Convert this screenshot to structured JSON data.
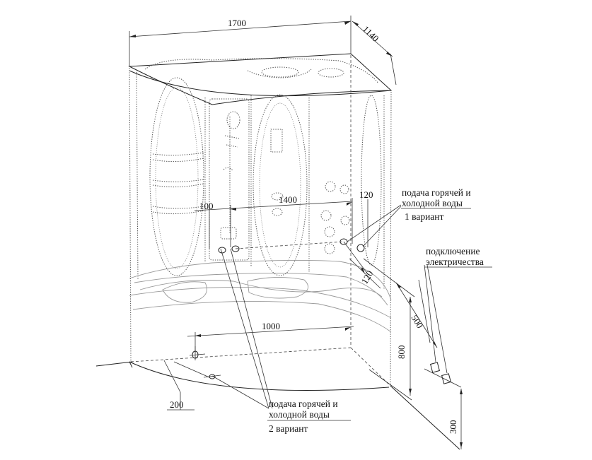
{
  "dimensions": {
    "width_top": "1700",
    "depth_top": "1140",
    "pipe_spacing_upper": "1400",
    "offset_left_upper": "100",
    "offset_right_upper": "120",
    "offset_right_lower": "120",
    "pipe_spacing_lower": "1000",
    "offset_floor": "200",
    "height_supply": "800",
    "depth_electric": "500",
    "height_electric": "300"
  },
  "notes": {
    "supply_v1": [
      "подача горячей и",
      "холодной воды",
      "1 вариант"
    ],
    "electric": [
      "подключение",
      "электричества"
    ],
    "supply_v2": [
      "подача горячей и",
      "холодной воды",
      "2 вариант"
    ]
  }
}
